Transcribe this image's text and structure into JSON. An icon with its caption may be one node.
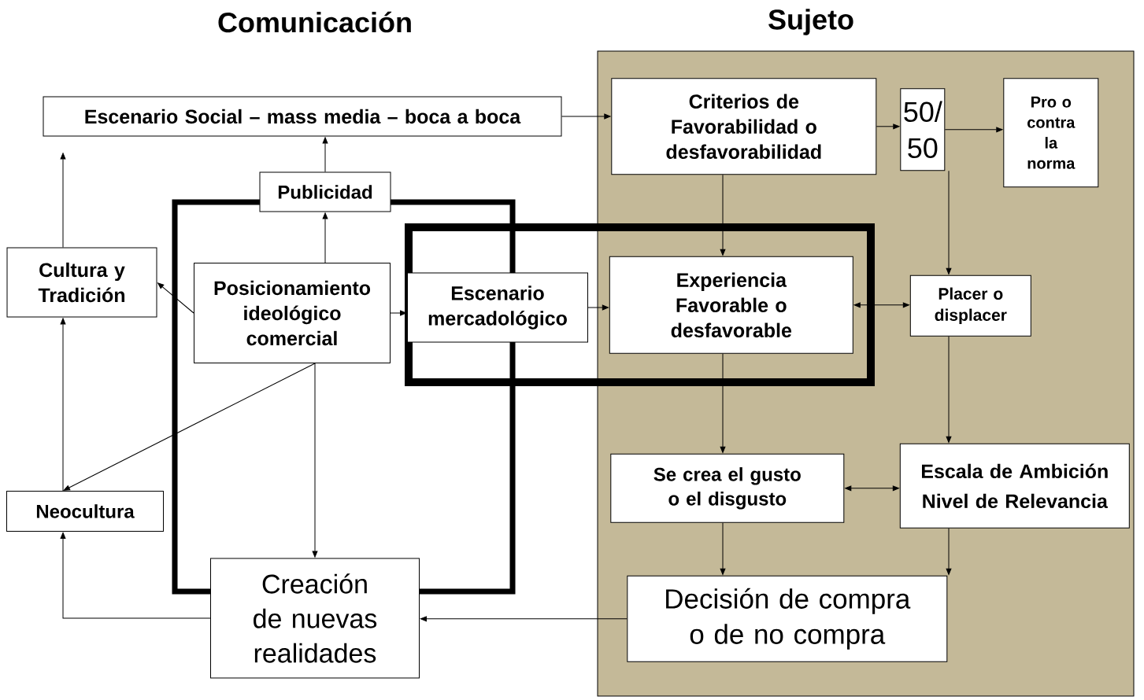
{
  "diagram": {
    "nodes": [
      {
        "text": [
          "Sujeto"
        ]
      },
      {
        "text": [
          "Escenario Social – mass media – boca a boca"
        ]
      },
      {
        "text": [
          "Criterios de Favorabilidad o desfavorabilidad"
        ],
        "in": 0
      },
      {
        "text": [
          "50/ 50"
        ],
        "in": 0
      },
      {
        "text": [
          "Pro o contra la norma"
        ],
        "in": 0
      },
      {
        "text": [
          "Publicidad"
        ]
      },
      {
        "text": [
          "Cultura y Tradición"
        ]
      },
      {
        "text": [
          "Posicionamiento ideológico comercial"
        ]
      },
      {
        "text": [
          "Escenario mercadológico"
        ]
      },
      {
        "text": [
          "Experiencia Favorable o desfavorable"
        ],
        "in": 0
      },
      {
        "text": [
          "Placer o displacer"
        ],
        "in": 0
      },
      {
        "text": [
          "Neocultura"
        ]
      },
      {
        "text": [
          "Se crea el gusto o el disgusto"
        ],
        "in": 0
      },
      {
        "text": [
          "Escala de Ambición",
          "Nivel de Relevancia"
        ],
        "in": 0
      },
      {
        "text": [
          "Creación de nuevas realidades"
        ]
      },
      {
        "text": [
          "Decisión de compra o de no compra"
        ],
        "in": 0
      }
    ],
    "edges": [
      {
        "from": 1,
        "to": 2,
        "arrow": "to"
      },
      {
        "from": 2,
        "to": 3,
        "arrow": "to"
      },
      {
        "from": 3,
        "to": 4,
        "arrow": "to"
      },
      {
        "from": 2,
        "to": 9,
        "arrow": "to"
      },
      {
        "from": 3,
        "to": 10,
        "arrow": "to"
      },
      {
        "from": 5,
        "to": 1,
        "arrow": "to"
      },
      {
        "from": 7,
        "to": 5,
        "arrow": "to"
      },
      {
        "from": 7,
        "to": 6,
        "arrow": "to"
      },
      {
        "from": 6,
        "to": 1,
        "arrow": "to"
      },
      {
        "from": 7,
        "to": 8,
        "arrow": "to"
      },
      {
        "from": 8,
        "to": 9,
        "arrow": "to"
      },
      {
        "from": 9,
        "to": 10,
        "arrow": "both"
      },
      {
        "from": 9,
        "to": 12,
        "arrow": "to"
      },
      {
        "from": 10,
        "to": 13,
        "arrow": "to"
      },
      {
        "from": 12,
        "to": 13,
        "arrow": "both"
      },
      {
        "from": 12,
        "to": 15,
        "arrow": "to"
      },
      {
        "from": 13,
        "to": 15,
        "arrow": "to"
      },
      {
        "from": 15,
        "to": 14,
        "arrow": "to"
      },
      {
        "from": 14,
        "to": 11,
        "arrow": "to"
      },
      {
        "from": 11,
        "to": 6,
        "arrow": "to"
      },
      {
        "from": 7,
        "to": 11,
        "arrow": "to"
      },
      {
        "from": 7,
        "to": 14,
        "arrow": "to"
      }
    ],
    "labels": [
      "Comunicación"
    ]
  }
}
